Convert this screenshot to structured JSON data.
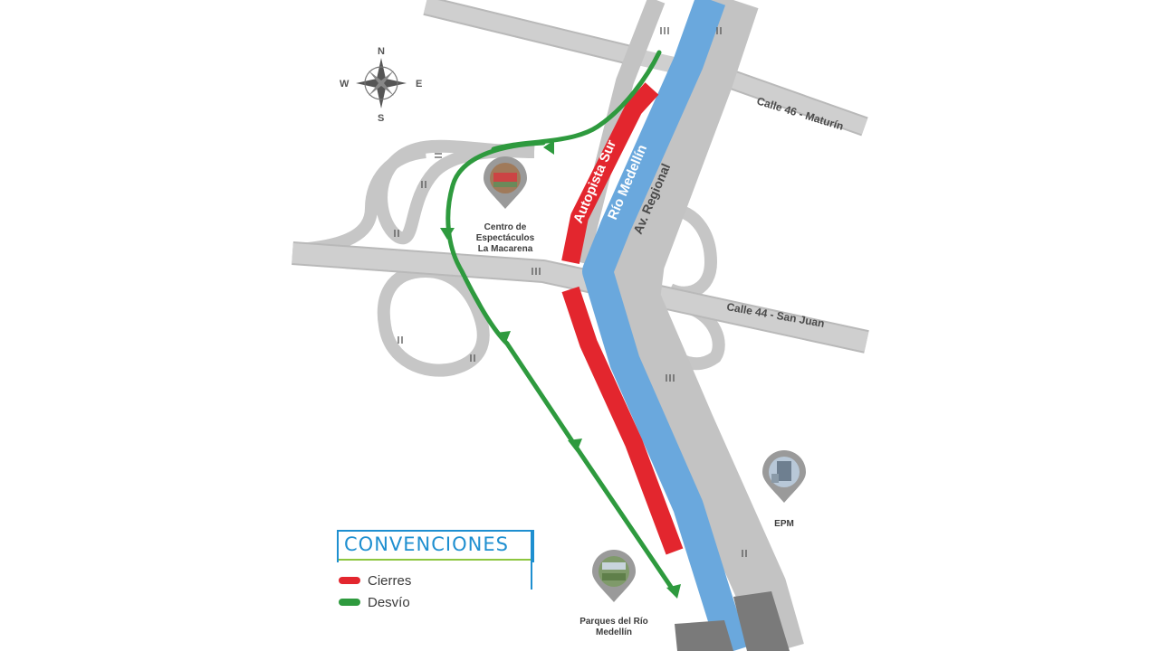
{
  "colors": {
    "road": "#c9c9c9",
    "road_edge": "#b7b7b7",
    "closure": "#e3262e",
    "detour": "#2e9a3e",
    "river": "#6aa8dd",
    "legend_border": "#1e8fd0",
    "legend_underline": "#8dc63f",
    "tunnel": "#7a7a7a"
  },
  "roads": {
    "calle46": "Calle 46 - Maturín",
    "calle44": "Calle 44 - San Juan",
    "autopista": "Autopista Sur",
    "rio": "Río Medellín",
    "regional": "Av. Regional"
  },
  "compass": {
    "n": "N",
    "s": "S",
    "e": "E",
    "w": "W"
  },
  "pois": {
    "macarena": [
      "Centro de",
      "Espectáculos",
      "La Macarena"
    ],
    "epm": "EPM",
    "parques": [
      "Parques del Río",
      "Medellín"
    ]
  },
  "legend": {
    "title": "CONVENCIONES",
    "items": [
      {
        "label": "Cierres",
        "color": "#e3262e"
      },
      {
        "label": "Desvío",
        "color": "#2e9a3e"
      }
    ]
  }
}
